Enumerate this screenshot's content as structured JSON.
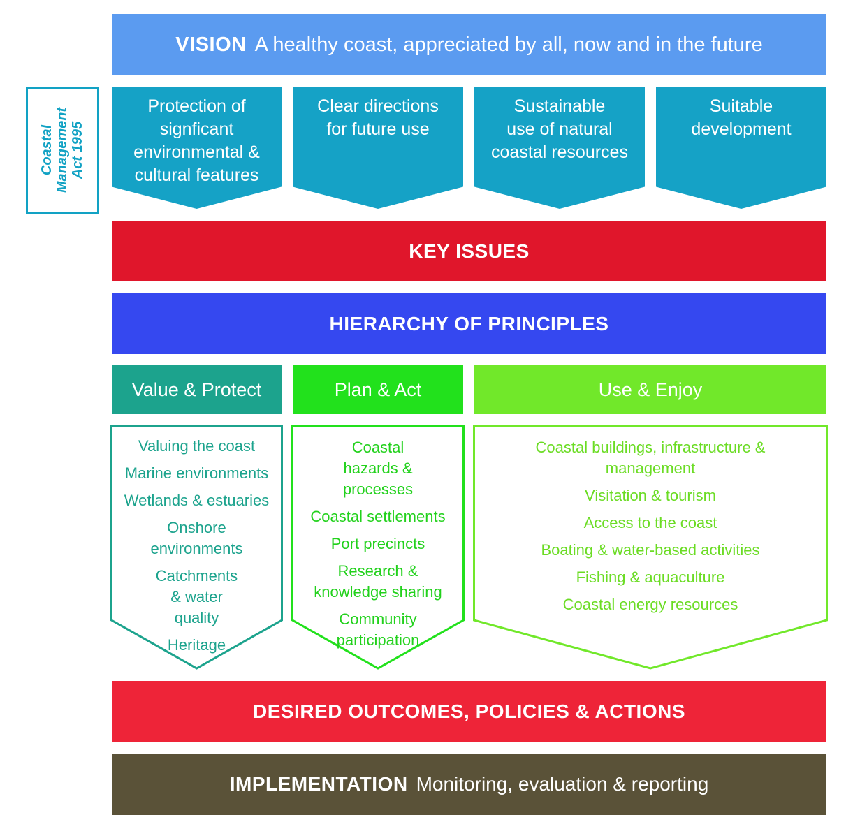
{
  "vision": {
    "label": "VISION",
    "text": "A healthy coast, appreciated by all, now and in the future"
  },
  "act_label": {
    "line1": "Coastal",
    "line2": "Management",
    "line3": "Act 1995"
  },
  "objectives": [
    {
      "lines": [
        "Protection of",
        "signficant",
        "environmental &",
        "cultural features"
      ]
    },
    {
      "lines": [
        "Clear directions",
        "for future use"
      ]
    },
    {
      "lines": [
        "Sustainable",
        "use of natural",
        "coastal resources"
      ]
    },
    {
      "lines": [
        "Suitable",
        "development"
      ]
    }
  ],
  "key_issues": "KEY ISSUES",
  "hierarchy": "HIERARCHY OF PRINCIPLES",
  "columns": [
    {
      "heading": "Value & Protect",
      "items": [
        "Valuing the coast",
        "Marine environments",
        "Wetlands & estuaries",
        "Onshore environments",
        "Catchments & water quality",
        "Heritage"
      ]
    },
    {
      "heading": "Plan & Act",
      "items": [
        "Coastal hazards & processes",
        "Coastal settlements",
        "Port precincts",
        "Research & knowledge sharing",
        "Community participation"
      ]
    },
    {
      "heading": "Use & Enjoy",
      "items": [
        "Coastal buildings, infrastructure & management",
        "Visitation & tourism",
        "Access to the coast",
        "Boating & water-based activities",
        "Fishing & aquaculture",
        "Coastal energy resources"
      ]
    }
  ],
  "desired": "DESIRED OUTCOMES, POLICIES & ACTIONS",
  "implementation": {
    "label": "IMPLEMENTATION",
    "text": "Monitoring, evaluation & reporting"
  },
  "colors": {
    "vision": "#5b9bf0",
    "objectives": "#15a2c6",
    "key_issues": "#e0162b",
    "hierarchy": "#3548f0",
    "value_protect": "#1ca38d",
    "plan_act": "#22e11c",
    "use_enjoy": "#71e82a",
    "desired": "#ee2438",
    "implementation": "#5a5238"
  }
}
